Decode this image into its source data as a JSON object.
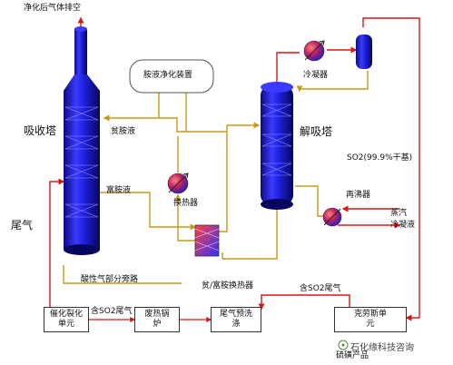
{
  "labels": {
    "vent_top": "净化后气体排空",
    "amine_purify": "胺液净化装置",
    "absorber": "吸收塔",
    "desorber": "解吸塔",
    "lean_amine": "贫胺液",
    "rich_amine": "富胺液",
    "heat_exchanger": "换热器",
    "condenser": "冷凝器",
    "so2_product": "SO2(99.9%干基)",
    "reboiler": "再沸器",
    "steam": "蒸汽",
    "condensate": "冷凝液",
    "tail_gas": "尾气",
    "acid_bypass": "酸性气部分旁路",
    "lean_rich_hx": "贫/富胺换热器",
    "so2_tail_gas_right": "含SO2尾气",
    "so2_tail_gas_left": "含SO2尾气",
    "sulfur_product": "硫磺产品"
  },
  "units": {
    "fcc": "催化裂化单元",
    "waste_heat": "废热锅炉",
    "pre_wash": "尾气预洗涤",
    "claus": "克劳斯单元"
  },
  "watermark": "石化缘科技咨询",
  "colors": {
    "vessel": "#1a1ad8",
    "vessel_dark": "#08087a",
    "gas_line": "#d81818",
    "amine_line": "#c79a1a",
    "steam_line": "#d81818"
  }
}
